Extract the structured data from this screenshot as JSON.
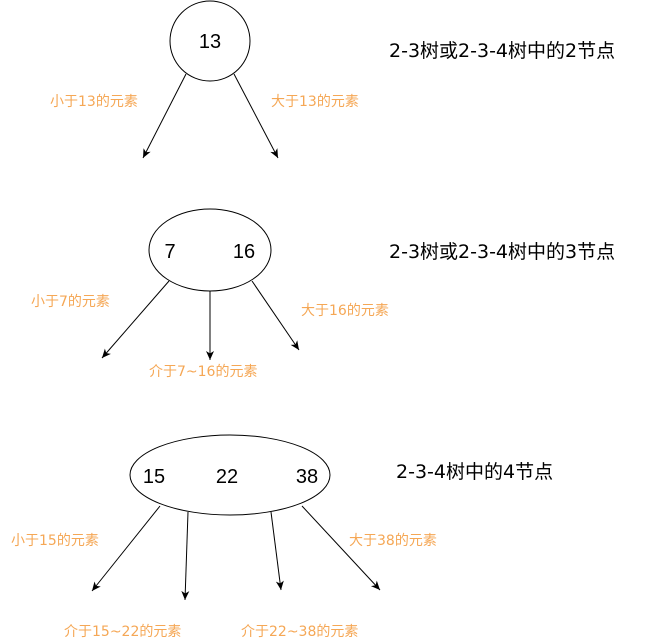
{
  "colors": {
    "label": "#F5A755",
    "stroke": "#000000"
  },
  "nodes": {
    "two_node": {
      "key": "13",
      "title": "2-3树或2-3-4树中的2节点",
      "left_label": "小于13的元素",
      "right_label": "大于13的元素"
    },
    "three_node": {
      "keys": [
        "7",
        "16"
      ],
      "title": "2-3树或2-3-4树中的3节点",
      "left_label": "小于7的元素",
      "middle_label": "介于7~16的元素",
      "right_label": "大于16的元素"
    },
    "four_node": {
      "keys": [
        "15",
        "22",
        "38"
      ],
      "title": "2-3-4树中的4节点",
      "left_label": "小于15的元素",
      "mid_left_label": "介于15~22的元素",
      "mid_right_label": "介于22~38的元素",
      "right_label": "大于38的元素"
    }
  }
}
